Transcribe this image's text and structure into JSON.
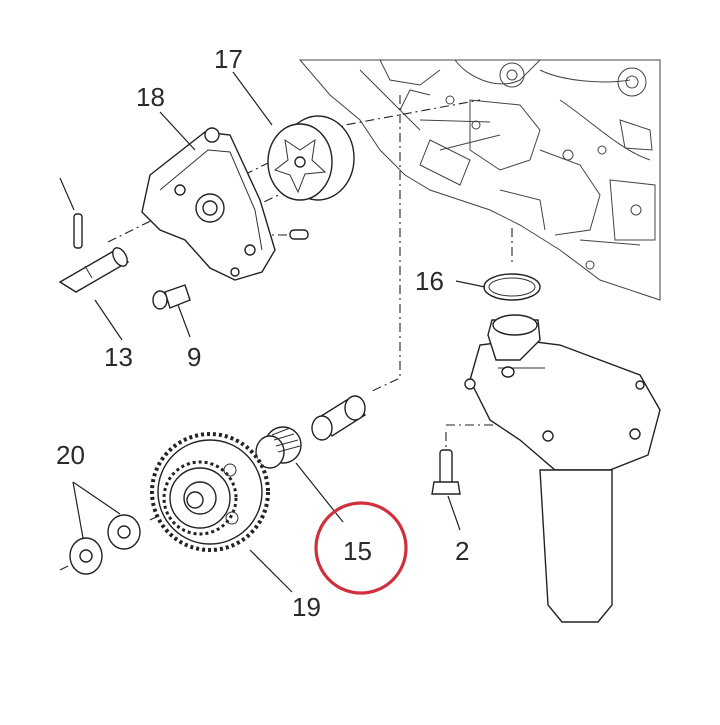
{
  "callouts": {
    "c17": "17",
    "c18": "18",
    "c16": "16",
    "c13": "13",
    "c9": "9",
    "c20": "20",
    "c15": "15",
    "c2": "2",
    "c19": "19"
  },
  "colors": {
    "highlight": "#d0303c",
    "line": "#222222"
  }
}
